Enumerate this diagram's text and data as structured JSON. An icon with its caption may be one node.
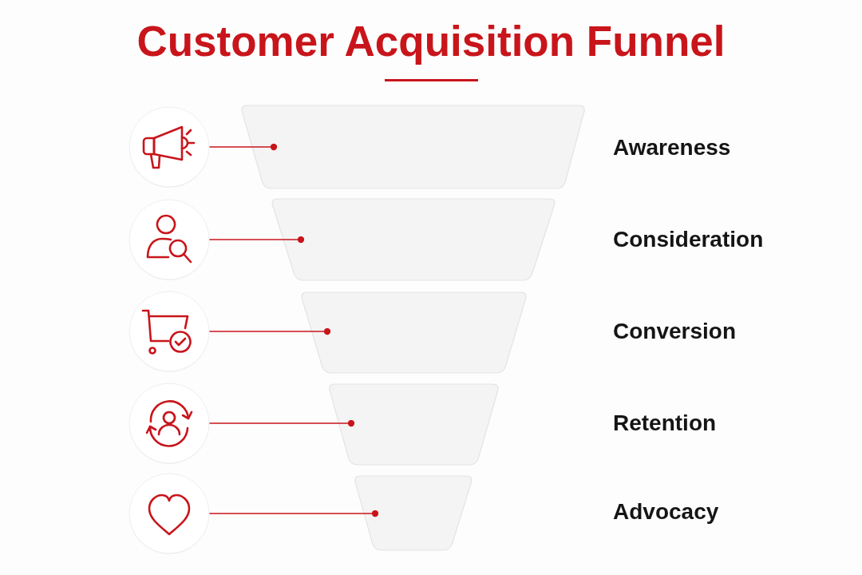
{
  "diagram": {
    "title": "Customer Acquisition Funnel",
    "nodes": [
      {
        "text": [],
        "shape": "circle"
      },
      {
        "text": [],
        "shape": "trapezoid"
      },
      {
        "text": [],
        "shape": "circle"
      },
      {
        "text": [],
        "shape": "trapezoid"
      },
      {
        "text": [],
        "shape": "circle"
      },
      {
        "text": [],
        "shape": "trapezoid"
      },
      {
        "text": [],
        "shape": "circle"
      },
      {
        "text": [],
        "shape": "trapezoid"
      },
      {
        "text": [],
        "shape": "circle"
      },
      {
        "text": [],
        "shape": "trapezoid"
      }
    ],
    "edges": [
      {
        "from": 0,
        "to": 1,
        "arrow": "other"
      },
      {
        "from": 2,
        "to": 3,
        "arrow": "other"
      },
      {
        "from": 4,
        "to": 5,
        "arrow": "other"
      },
      {
        "from": 6,
        "to": 7,
        "arrow": "other"
      },
      {
        "from": 8,
        "to": 9,
        "arrow": "other"
      }
    ],
    "labels": [
      "Awareness",
      "Consideration",
      "Conversion",
      "Retention",
      "Advocacy"
    ]
  }
}
